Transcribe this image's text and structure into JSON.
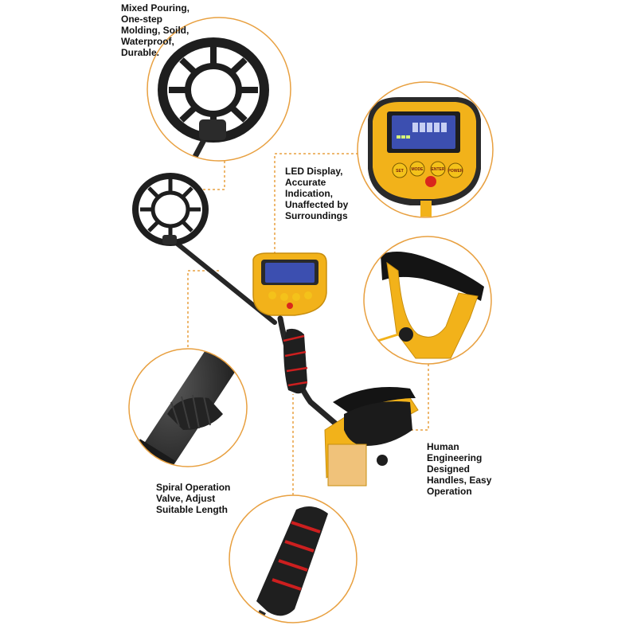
{
  "captions": {
    "coil": "Mixed Pouring,\nOne-step\nMolding, Soild,\nWaterproof,\nDurable.",
    "display": "LED Display,\nAccurate\nIndication,\nUnaffected by\nSurroundings",
    "handle": "Human\nEngineering\nDesigned\nHandles, Easy\nOperation",
    "valve": "Spiral Operation\nValve, Adjust\nSuitable Length"
  },
  "display_buttons": {
    "set": "SET",
    "mode": "MODE",
    "enter": "ENTER",
    "power": "POWER"
  },
  "colors": {
    "frame_gold": "#f2b21a",
    "outline_orange": "#e8a040",
    "shaft_black": "#262626",
    "foam_black": "#1f1f1f",
    "grip_ring_red": "#cc1f1f",
    "screen_blue": "#3c4fb0",
    "button_yellow": "#f4c21a",
    "button_red": "#d9261c",
    "strap_black": "#141414"
  }
}
